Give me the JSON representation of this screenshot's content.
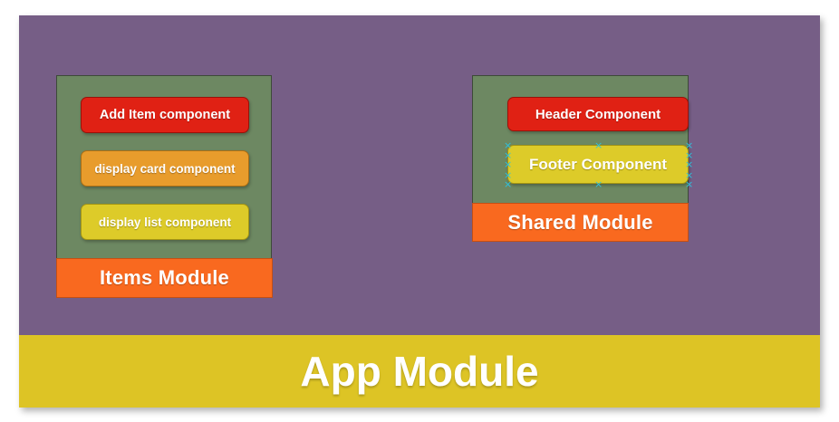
{
  "canvas": {
    "background_color": "#765e86"
  },
  "modules": [
    {
      "id": "items-module",
      "title": "Items Module",
      "title_color": "#f9691f",
      "body_color": "#6d8862",
      "components": [
        {
          "id": "add-item-component",
          "label": "Add Item component",
          "color": "#e02114",
          "selected": false
        },
        {
          "id": "display-card-component",
          "label": "display card component",
          "color": "#e89c2c",
          "selected": false
        },
        {
          "id": "display-list-component",
          "label": "display list component",
          "color": "#ddcb29",
          "selected": false
        }
      ]
    },
    {
      "id": "shared-module",
      "title": "Shared Module",
      "title_color": "#f9691f",
      "body_color": "#6d8862",
      "components": [
        {
          "id": "header-component",
          "label": "Header Component",
          "color": "#e02114",
          "selected": false
        },
        {
          "id": "footer-component",
          "label": "Footer Component",
          "color": "#ddcb29",
          "selected": true
        }
      ]
    }
  ],
  "app_module": {
    "label": "App Module",
    "color": "#ddc425"
  },
  "selection": {
    "handle_glyph": "×",
    "handle_color": "#2fc2dd"
  }
}
